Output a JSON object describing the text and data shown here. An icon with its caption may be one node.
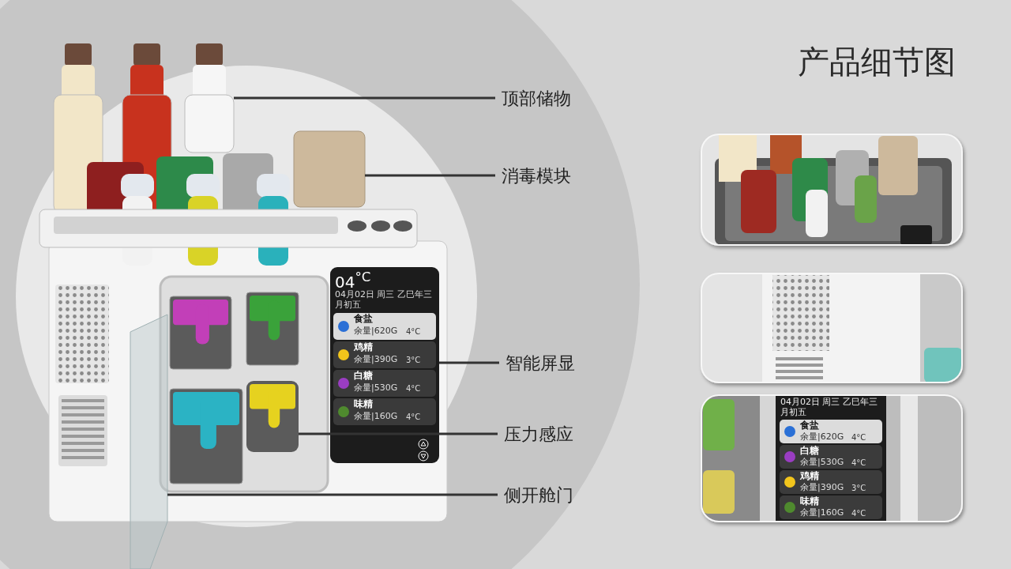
{
  "diagram": {
    "title": "产品细节图",
    "nodes": [
      {
        "text": [
          "顶部储物"
        ]
      },
      {
        "text": [
          "消毒模块"
        ]
      },
      {
        "text": [
          "智能屏显"
        ]
      },
      {
        "text": [
          "压力感应"
        ]
      },
      {
        "text": [
          "侧开舱门"
        ]
      },
      {
        "text": [],
        "shape": "box"
      },
      {
        "text": [],
        "shape": "bottle"
      },
      {
        "text": [],
        "shape": "board"
      },
      {
        "text": [],
        "shape": "box"
      },
      {
        "text": [],
        "shape": "door"
      }
    ],
    "edges": [
      {
        "from": 0,
        "to": 6,
        "arrow": "none"
      },
      {
        "from": 1,
        "to": 7,
        "arrow": "none"
      },
      {
        "from": 2,
        "to": 5,
        "arrow": "none"
      },
      {
        "from": 3,
        "to": 8,
        "arrow": "none"
      },
      {
        "from": 4,
        "to": 9,
        "arrow": "none"
      }
    ],
    "labels": [
      "04$^{°C}$",
      "04月02日 周三 乙巳年三月初五",
      "食盐",
      "余量|620G",
      "4°C",
      "鸡精",
      "余量|390G",
      "3°C",
      "白糖",
      "余量|530G",
      "4°C",
      "味精",
      "余量|160G",
      "4°C",
      "04月02日 周三 乙巳年三月初五",
      "食盐",
      "余量|620G",
      "4°C",
      "白糖",
      "余量|530G",
      "4°C",
      "鸡精",
      "余量|390G",
      "3°C",
      "味精",
      "余量|160G",
      "4°C"
    ]
  }
}
